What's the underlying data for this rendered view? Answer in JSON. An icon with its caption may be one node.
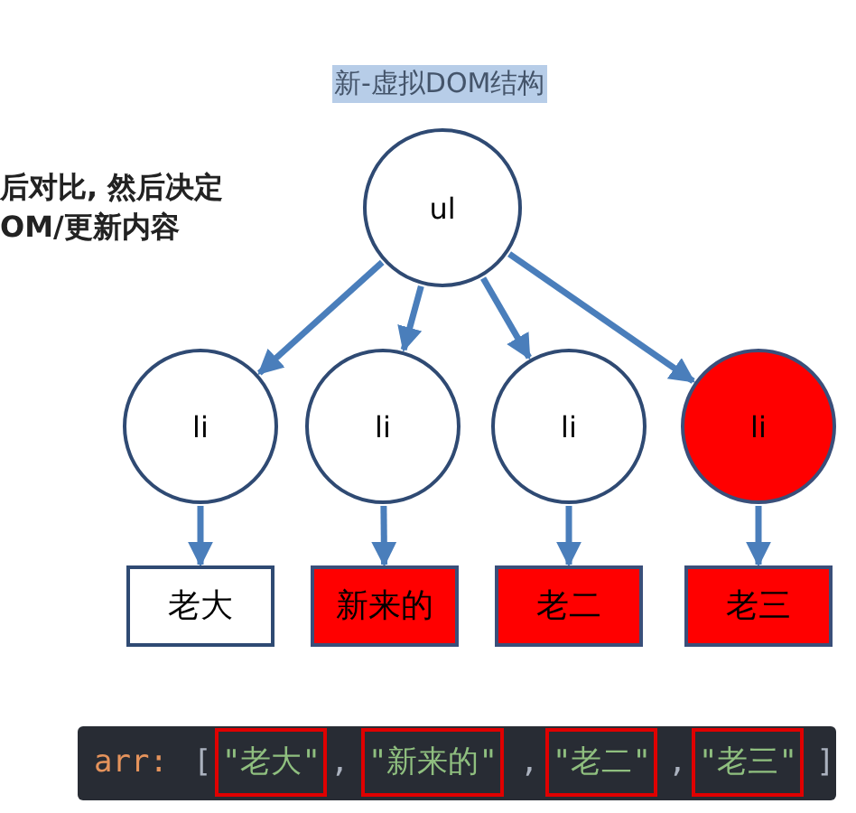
{
  "diagram": {
    "title": "新-虚拟DOM结构",
    "nodes": [
      {
        "text": [
          "ul"
        ]
      },
      {
        "text": [
          "li"
        ]
      },
      {
        "text": [
          "li"
        ]
      },
      {
        "text": [
          "li"
        ]
      },
      {
        "text": [
          "li"
        ]
      },
      {
        "text": [
          "老大"
        ]
      },
      {
        "text": [
          "新来的"
        ]
      },
      {
        "text": [
          "老二"
        ]
      },
      {
        "text": [
          "老三"
        ]
      }
    ],
    "edges": [
      {
        "from": 0,
        "to": 1,
        "arrow": "to"
      },
      {
        "from": 0,
        "to": 2,
        "arrow": "to"
      },
      {
        "from": 0,
        "to": 3,
        "arrow": "to"
      },
      {
        "from": 0,
        "to": 4,
        "arrow": "to"
      },
      {
        "from": 1,
        "to": 5,
        "arrow": "to"
      },
      {
        "from": 2,
        "to": 6,
        "arrow": "to"
      },
      {
        "from": 3,
        "to": 7,
        "arrow": "to"
      },
      {
        "from": 4,
        "to": 8,
        "arrow": "to"
      }
    ],
    "labels": [
      "后对比, 然后决定",
      "OM/更新内容",
      "arr:",
      "[",
      "\"老大\"",
      ",",
      "\"新来的\"",
      ",",
      "\"老二\"",
      ",",
      "\"老三\"",
      "]"
    ]
  }
}
